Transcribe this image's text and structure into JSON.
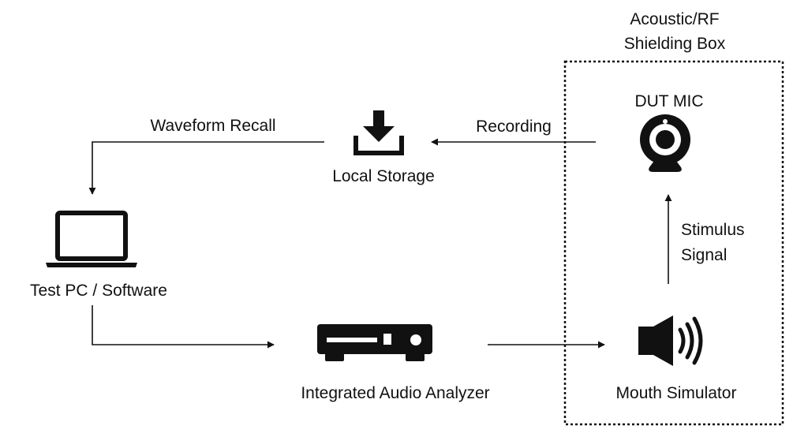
{
  "diagram": {
    "shielding_box_label_line1": "Acoustic/RF",
    "shielding_box_label_line2": "Shielding Box",
    "local_storage_label": "Local Storage",
    "dut_mic_label": "DUT MIC",
    "test_pc_label": "Test PC / Software",
    "audio_analyzer_label": "Integrated Audio Analyzer",
    "mouth_simulator_label": "Mouth Simulator",
    "waveform_recall_label": "Waveform Recall",
    "recording_label": "Recording",
    "stimulus_label_line1": "Stimulus",
    "stimulus_label_line2": "Signal",
    "icons": [
      "download-icon",
      "webcam-icon",
      "laptop-icon",
      "audio-analyzer-device-icon",
      "speaker-icon"
    ],
    "colors": {
      "ink": "#111111",
      "background": "#ffffff"
    }
  }
}
